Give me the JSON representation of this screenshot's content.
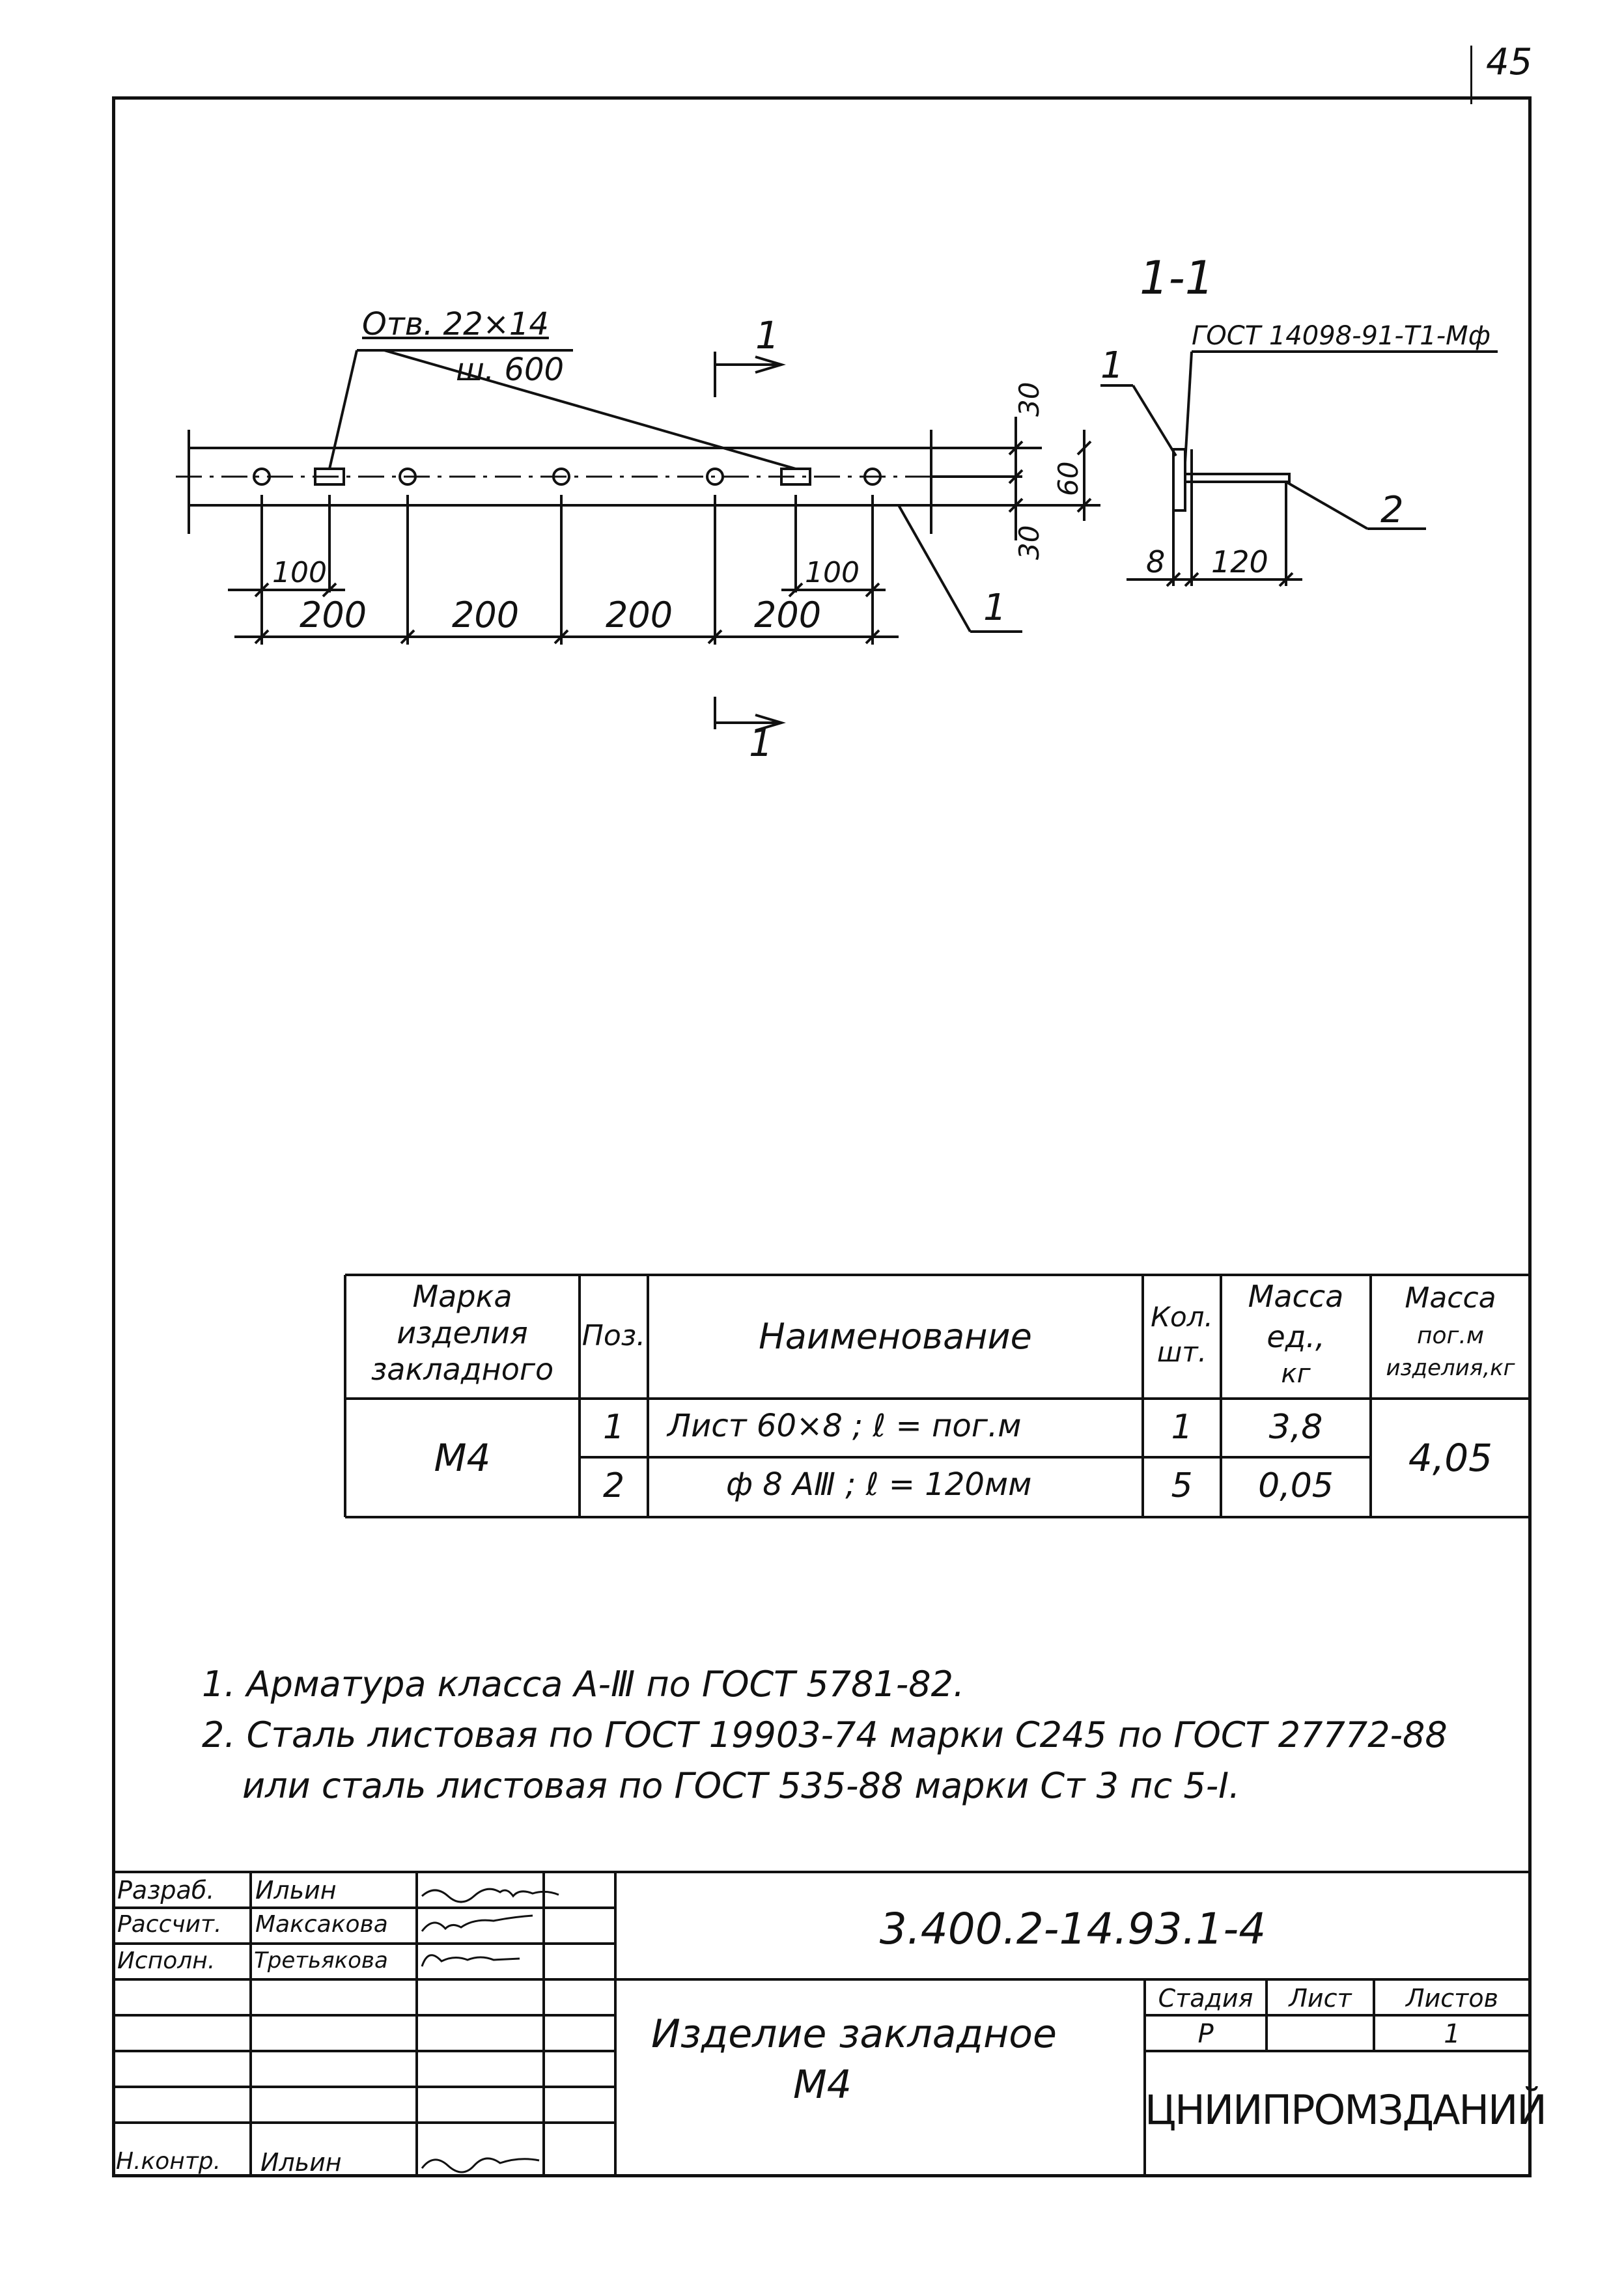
{
  "page_number": "45",
  "drawing": {
    "section_title": "1-1",
    "section_marker_top": "1",
    "section_marker_bottom": "1",
    "hole_callout_line1": "Отв. 22×14",
    "hole_callout_line2": "ш. 600",
    "weld_callout": "ГОСТ 14098-91-Т1-Мф",
    "position_1_plan": "1",
    "position_1_section": "1",
    "position_2_section": "2",
    "dims": {
      "top_30": "30",
      "height_60": "60",
      "bottom_30": "30",
      "left_100": "100",
      "right_100": "100",
      "span_1": "200",
      "span_2": "200",
      "span_3": "200",
      "span_4": "200",
      "plate_8": "8",
      "bar_120": "120"
    }
  },
  "spec_table": {
    "headers": {
      "mark": [
        "Марка",
        "изделия",
        "закладного"
      ],
      "pos": "Поз.",
      "name": "Наименование",
      "qty": [
        "Кол.",
        "шт."
      ],
      "unit_mass": [
        "Масса",
        "ед.,",
        "кг"
      ],
      "mass_per_m": [
        "Масса",
        "пог.м",
        "изделия,кг"
      ]
    },
    "mark": "М4",
    "rows": [
      {
        "pos": "1",
        "name": "Лист 60×8 ;  ℓ =  пог.м",
        "qty": "1",
        "unit_mass": "3,8"
      },
      {
        "pos": "2",
        "name": "ф 8 АⅢ ;  ℓ = 120мм",
        "qty": "5",
        "unit_mass": "0,05"
      }
    ],
    "mass_per_m": "4,05"
  },
  "notes": [
    "1. Арматура класса А-Ⅲ по ГОСТ 5781-82.",
    "2. Сталь листовая по ГОСТ 19903-74 марки С245 по ГОСТ 27772-88",
    "или сталь листовая по ГОСТ 535-88 марки Ст 3 пс 5-Ⅰ."
  ],
  "title_block": {
    "roles": [
      {
        "role": "Разраб.",
        "name": "Ильин"
      },
      {
        "role": "Рассчит.",
        "name": "Максакова"
      },
      {
        "role": "Исполн.",
        "name": "Третьякова"
      }
    ],
    "control_role": "Н.контр.",
    "control_name": "Ильин",
    "doc_code": "3.400.2-14.93.1-4",
    "title_line1": "Изделие  закладное",
    "title_line2": "М4",
    "stage_label": "Стадия",
    "sheet_label": "Лист",
    "sheets_label": "Листов",
    "stage_value": "Р",
    "sheet_value": "",
    "sheets_value": "1",
    "organization": "ЦНИИПРОМЗДАНИЙ"
  }
}
